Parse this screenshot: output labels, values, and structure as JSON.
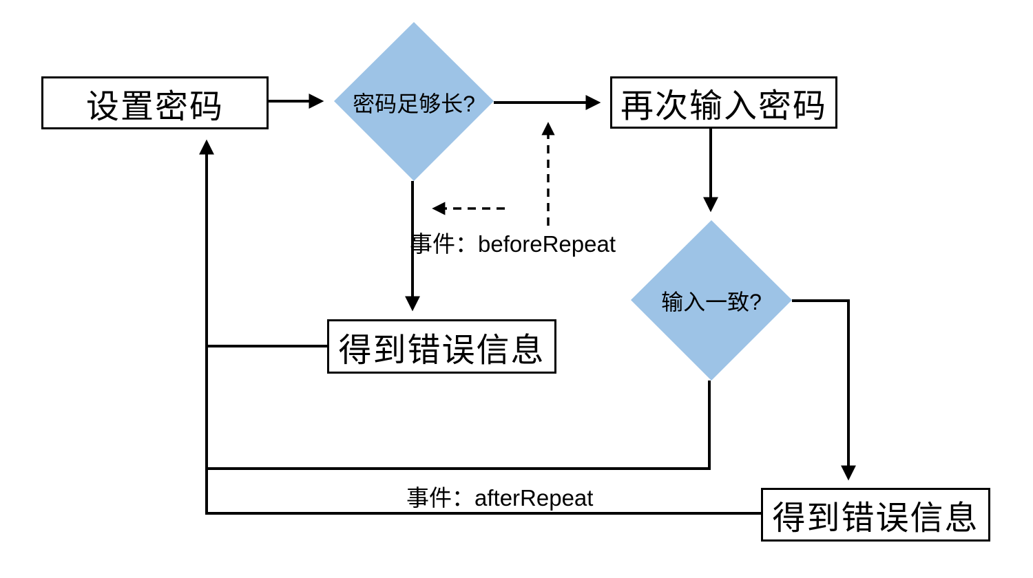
{
  "diagram": {
    "title": "password-repeat-flowchart",
    "background": "#ffffff",
    "colors": {
      "diamond_fill": "#9DC3E6",
      "stroke": "#000000",
      "text": "#000000",
      "process_fill": "#ffffff"
    },
    "nodes": {
      "set_password": {
        "label": "设置密码",
        "type": "process"
      },
      "length_check": {
        "label": "密码足够长?",
        "type": "decision"
      },
      "reenter_password": {
        "label": "再次输入密码",
        "type": "process"
      },
      "match_check": {
        "label": "输入一致?",
        "type": "decision"
      },
      "error_middle": {
        "label": "得到错误信息",
        "type": "process"
      },
      "error_bottom": {
        "label": "得到错误信息",
        "type": "process"
      }
    },
    "event_labels": {
      "before_repeat": "事件：beforeRepeat",
      "after_repeat": "事件：afterRepeat"
    }
  }
}
